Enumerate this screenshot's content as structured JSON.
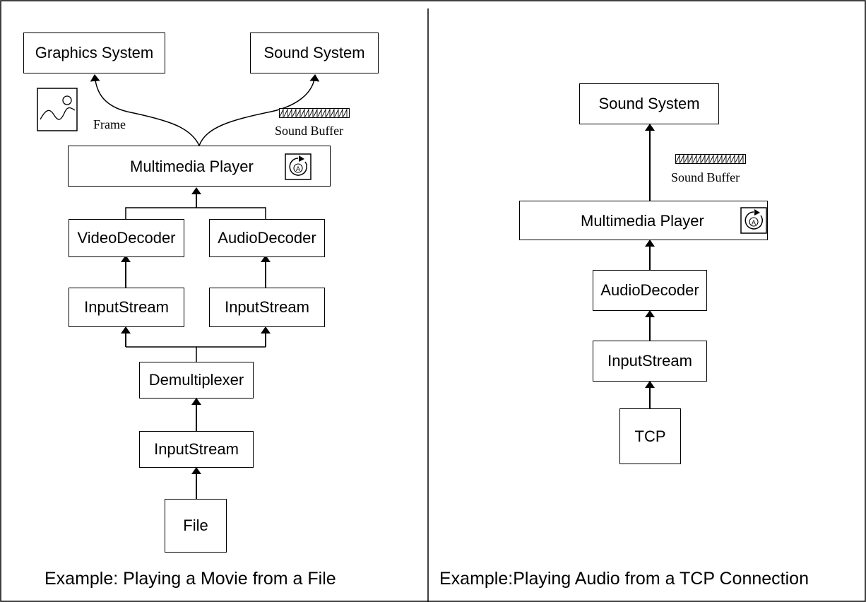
{
  "left": {
    "graphics_system": "Graphics System",
    "sound_system": "Sound System",
    "frame_label": "Frame",
    "sound_buffer_label": "Sound Buffer",
    "multimedia_player": "Multimedia Player",
    "video_decoder": "VideoDecoder",
    "audio_decoder": "AudioDecoder",
    "input_stream_video": "InputStream",
    "input_stream_audio": "InputStream",
    "demultiplexer": "Demultiplexer",
    "input_stream_file": "InputStream",
    "file": "File",
    "caption": "Example: Playing a Movie from a File"
  },
  "right": {
    "sound_system": "Sound System",
    "sound_buffer_label": "Sound Buffer",
    "multimedia_player": "Multimedia Player",
    "audio_decoder": "AudioDecoder",
    "input_stream": "InputStream",
    "tcp": "TCP",
    "caption": "Example:Playing Audio from a TCP Connection"
  },
  "icons": [
    "image-icon",
    "sound-buffer-icon",
    "player-icon"
  ]
}
